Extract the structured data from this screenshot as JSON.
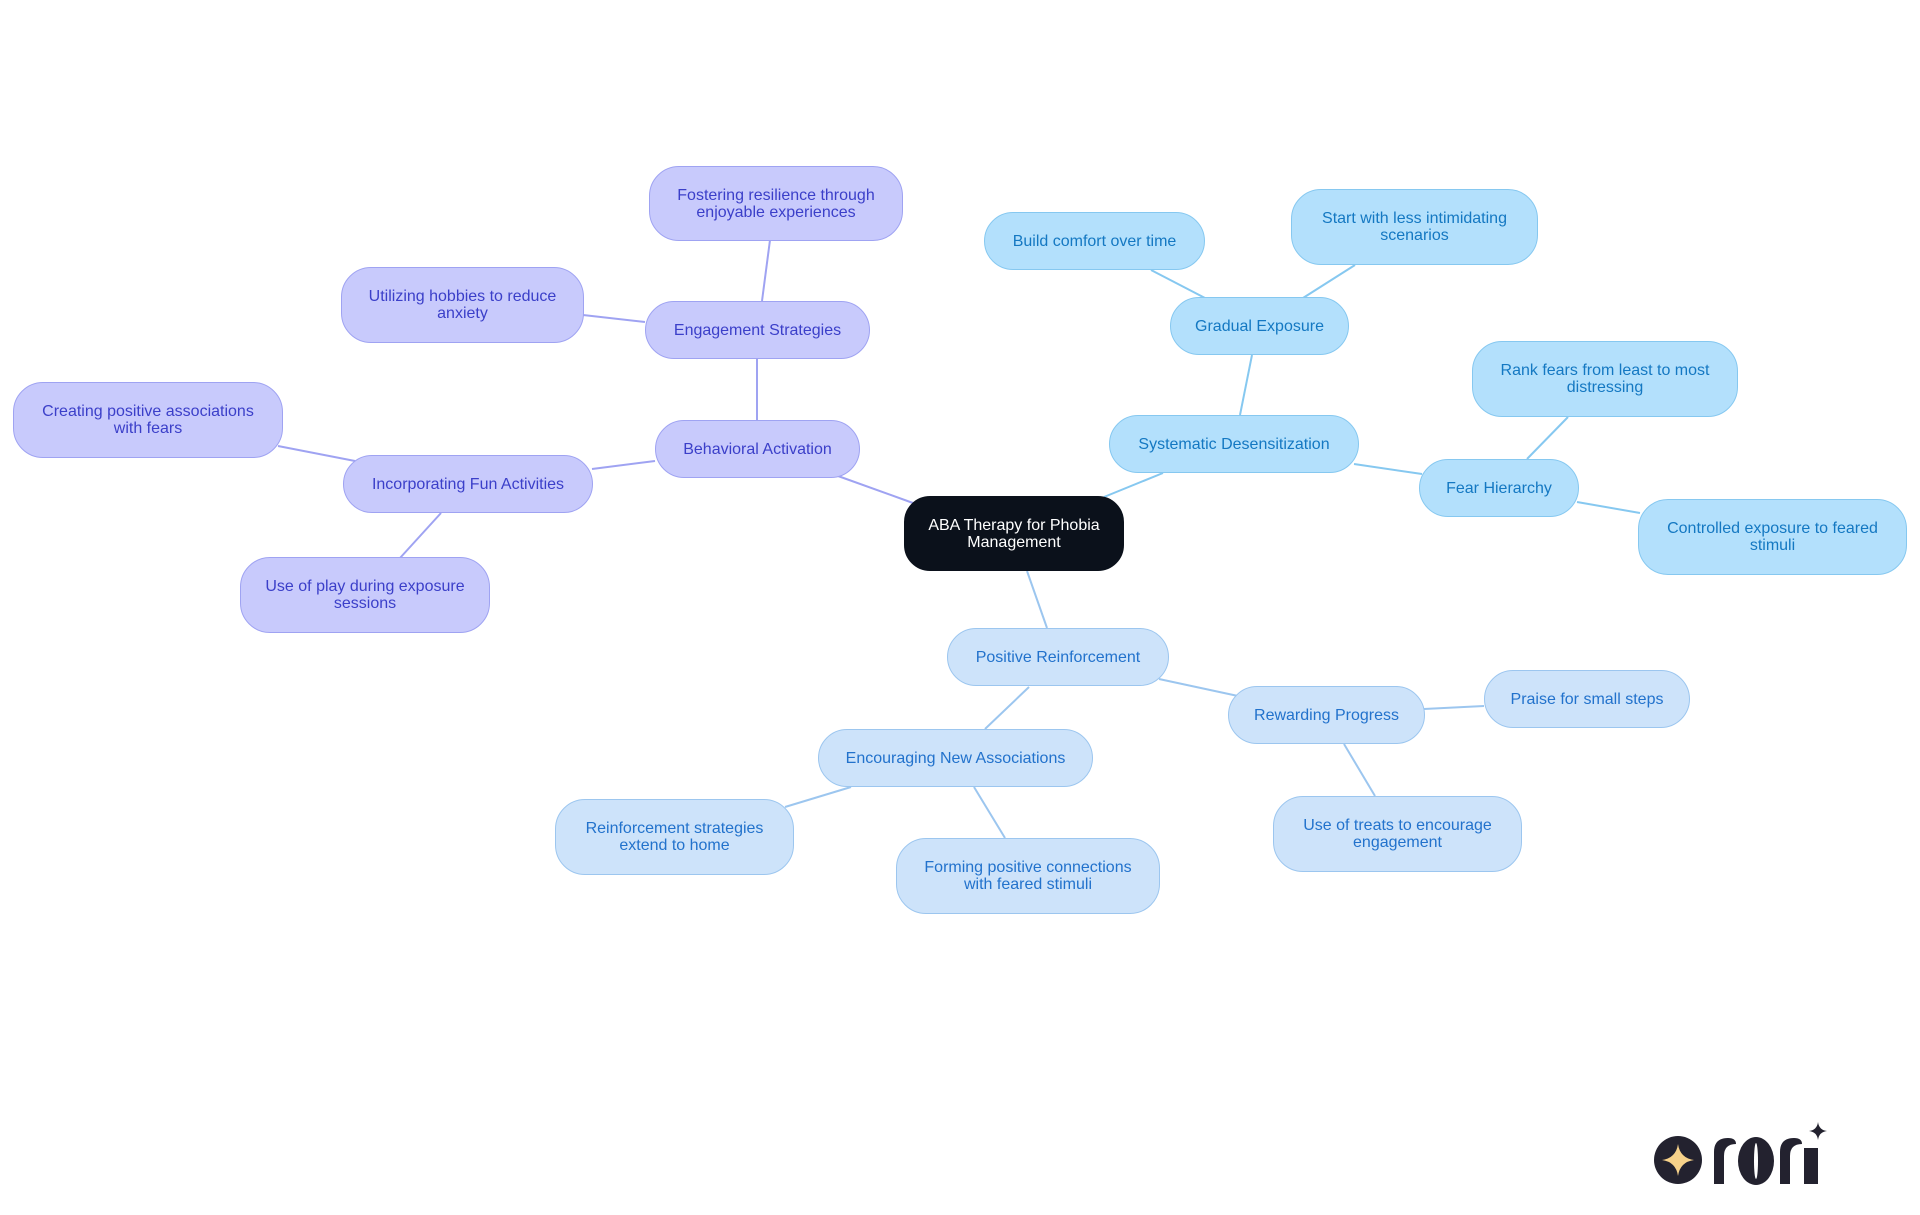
{
  "diagram": {
    "type": "mind-map",
    "root": {
      "id": "root",
      "label": "ABA Therapy for Phobia Management"
    },
    "colors": {
      "root_bg": "#0b111b",
      "purple_branch_bg": "#c8cafc",
      "purple_branch_text": "#3b3fc9",
      "purple_edge": "#9fa3f2",
      "cyan_branch_bg": "#b3e0fc",
      "cyan_branch_text": "#1478c2",
      "cyan_edge": "#86c8f0",
      "blue_branch_bg": "#cde3fa",
      "blue_branch_text": "#2272cc",
      "blue_edge": "#9cc6ef"
    },
    "nodes": {
      "behavioral_activation": "Behavioral Activation",
      "engagement_strategies": "Engagement Strategies",
      "fostering_resilience": "Fostering resilience through enjoyable experiences",
      "utilizing_hobbies": "Utilizing hobbies to reduce anxiety",
      "incorporating_fun": "Incorporating Fun Activities",
      "creating_positive": "Creating positive associations with fears",
      "use_of_play": "Use of play during exposure sessions",
      "systematic_desensitization": "Systematic Desensitization",
      "gradual_exposure": "Gradual Exposure",
      "build_comfort": "Build comfort over time",
      "start_less": "Start with less intimidating scenarios",
      "fear_hierarchy": "Fear Hierarchy",
      "rank_fears": "Rank fears from least to most distressing",
      "controlled_exposure": "Controlled exposure to feared stimuli",
      "positive_reinforcement": "Positive Reinforcement",
      "rewarding_progress": "Rewarding Progress",
      "praise_small": "Praise for small steps",
      "use_of_treats": "Use of treats to encourage engagement",
      "encouraging_new": "Encouraging New Associations",
      "reinforcement_home": "Reinforcement strategies extend to home",
      "forming_connections": "Forming positive connections with feared stimuli"
    },
    "edges": [
      [
        "root",
        "behavioral_activation"
      ],
      [
        "behavioral_activation",
        "engagement_strategies"
      ],
      [
        "engagement_strategies",
        "fostering_resilience"
      ],
      [
        "engagement_strategies",
        "utilizing_hobbies"
      ],
      [
        "behavioral_activation",
        "incorporating_fun"
      ],
      [
        "incorporating_fun",
        "creating_positive"
      ],
      [
        "incorporating_fun",
        "use_of_play"
      ],
      [
        "root",
        "systematic_desensitization"
      ],
      [
        "systematic_desensitization",
        "gradual_exposure"
      ],
      [
        "gradual_exposure",
        "build_comfort"
      ],
      [
        "gradual_exposure",
        "start_less"
      ],
      [
        "systematic_desensitization",
        "fear_hierarchy"
      ],
      [
        "fear_hierarchy",
        "rank_fears"
      ],
      [
        "fear_hierarchy",
        "controlled_exposure"
      ],
      [
        "root",
        "positive_reinforcement"
      ],
      [
        "positive_reinforcement",
        "rewarding_progress"
      ],
      [
        "rewarding_progress",
        "praise_small"
      ],
      [
        "rewarding_progress",
        "use_of_treats"
      ],
      [
        "positive_reinforcement",
        "encouraging_new"
      ],
      [
        "encouraging_new",
        "reinforcement_home"
      ],
      [
        "encouraging_new",
        "forming_connections"
      ]
    ]
  },
  "logo": {
    "name": "rori"
  }
}
